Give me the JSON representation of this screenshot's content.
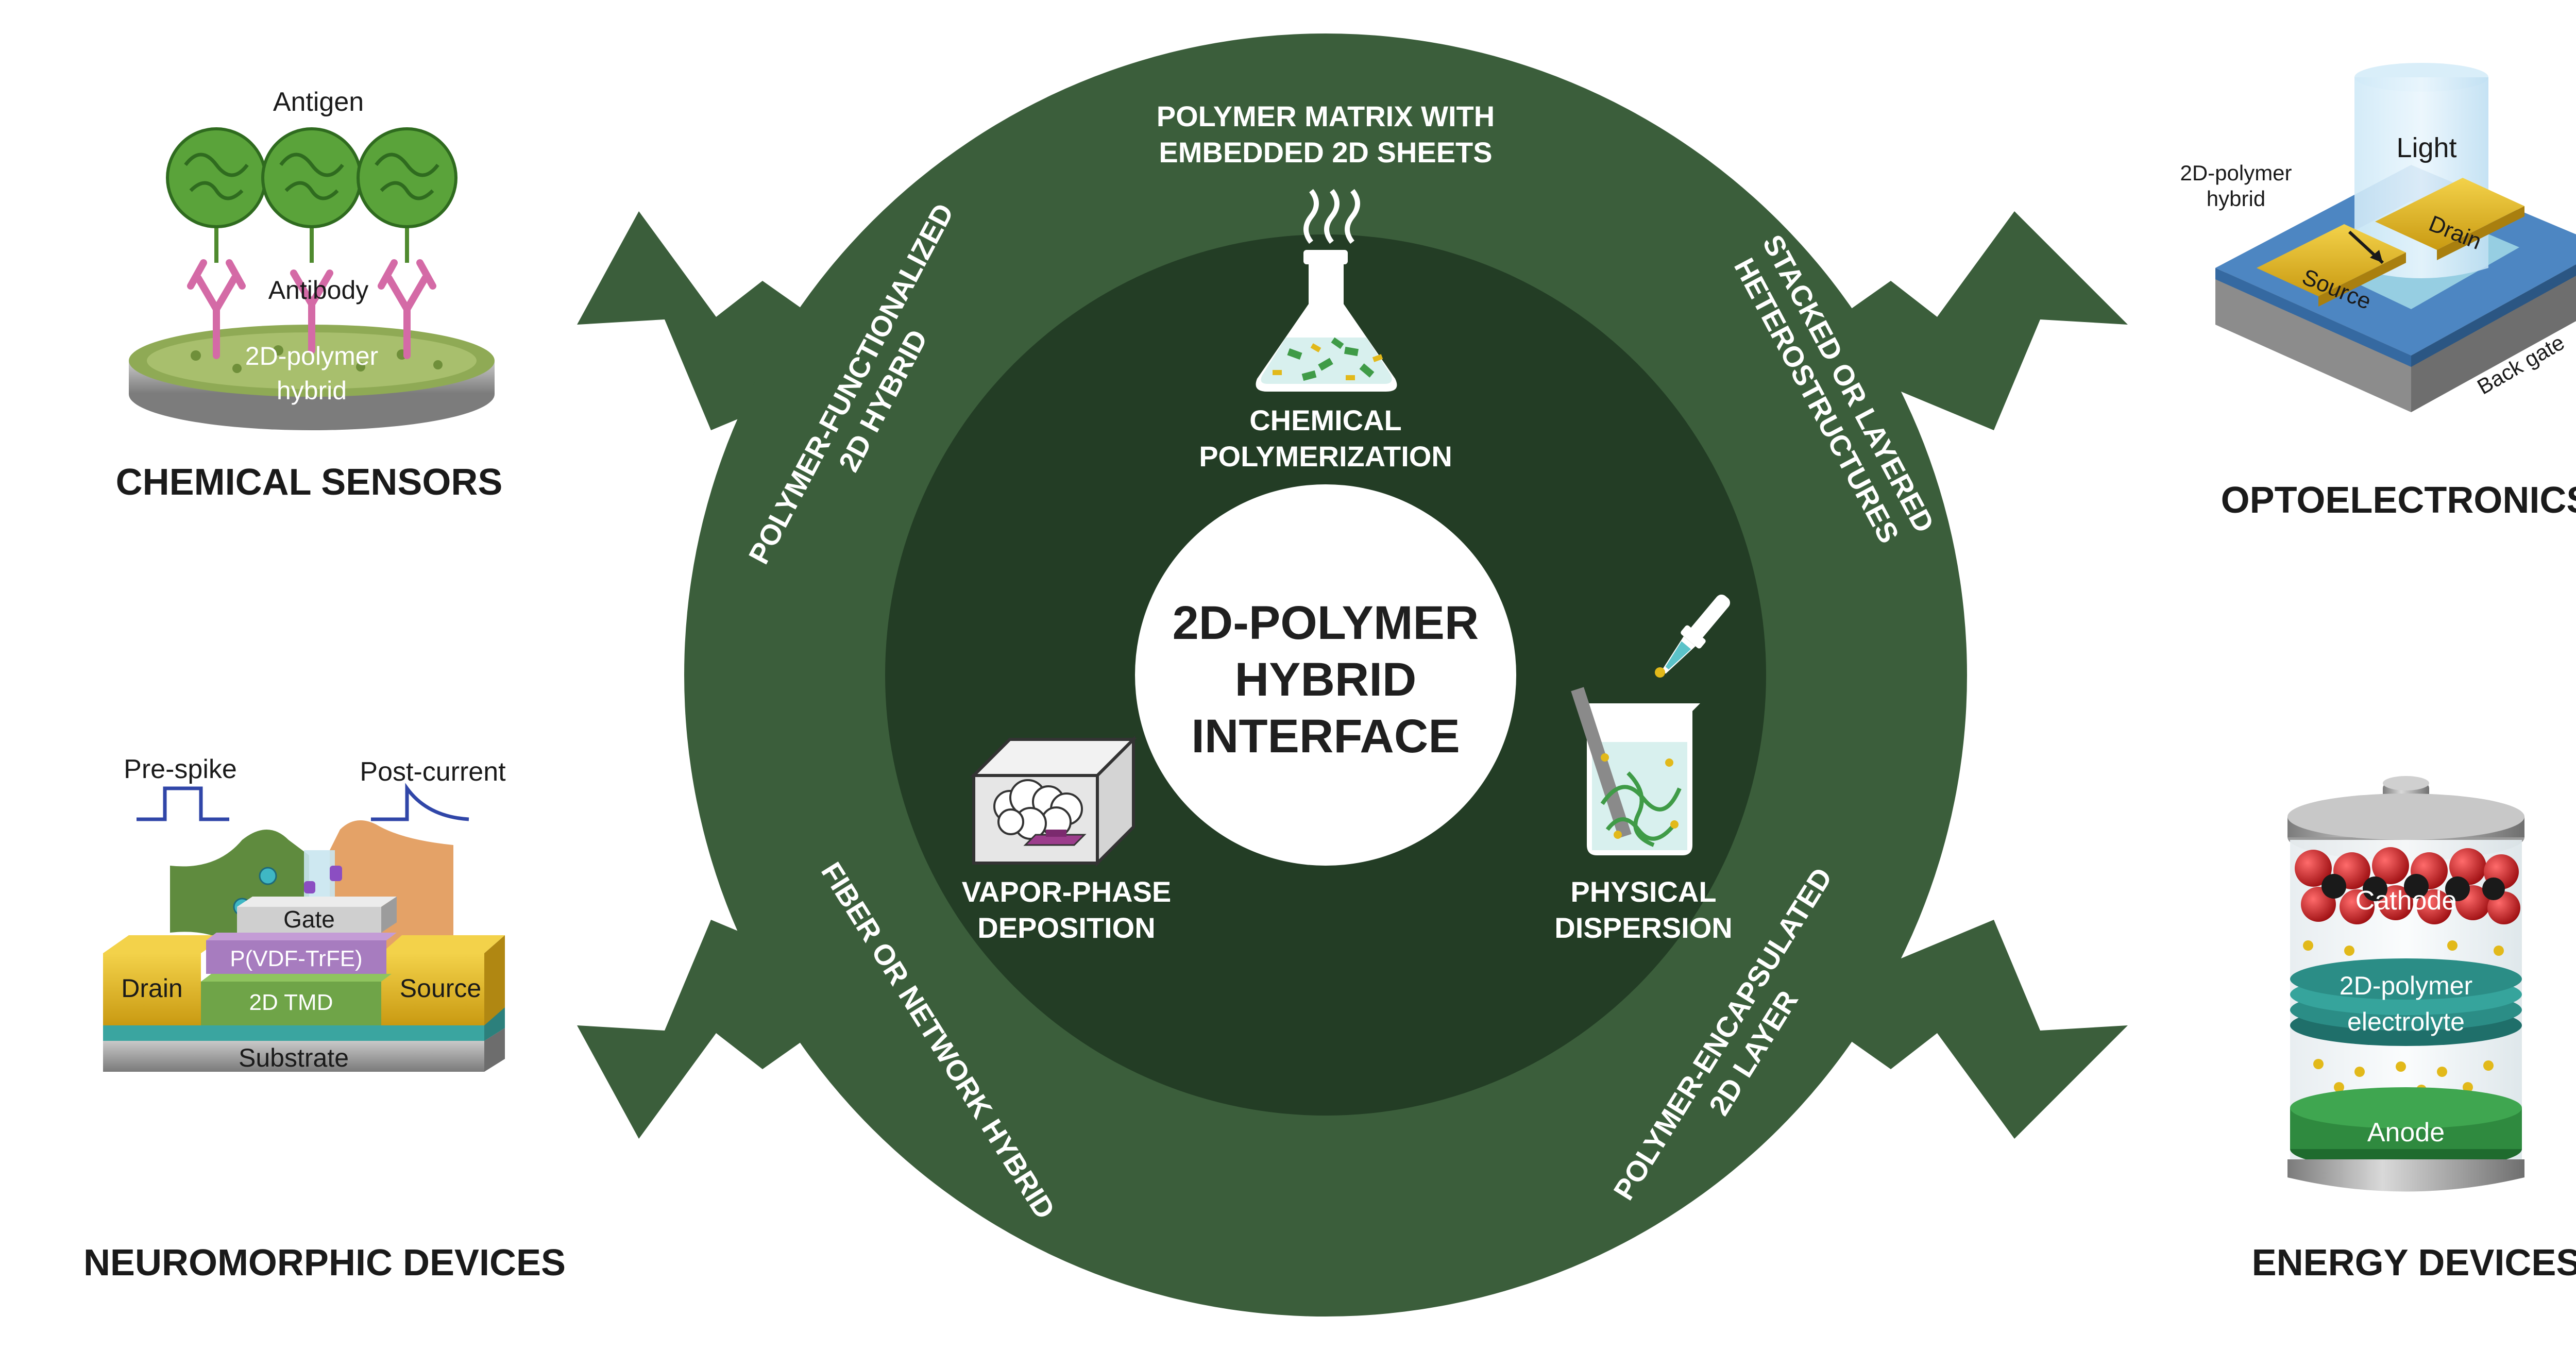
{
  "center": {
    "line1": "2D-POLYMER",
    "line2": "HYBRID",
    "line3": "INTERFACE"
  },
  "outer_ring": {
    "top": {
      "line1": "POLYMER MATRIX WITH",
      "line2": "EMBEDDED 2D SHEETS"
    },
    "upper_left": {
      "line1": "POLYMER-FUNCTIONALIZED",
      "line2": "2D HYBRID"
    },
    "upper_right": {
      "line1": "STACKED OR LAYERED",
      "line2": "HETEROSTRUCTURES"
    },
    "lower_left": {
      "line1": "FIBER OR NETWORK HYBRID"
    },
    "lower_right": {
      "line1": "POLYMER-ENCAPSULATED",
      "line2": "2D LAYER"
    }
  },
  "inner_ring": {
    "top": {
      "line1": "CHEMICAL",
      "line2": "POLYMERIZATION",
      "icon": "flask-icon"
    },
    "left": {
      "line1": "VAPOR-PHASE",
      "line2": "DEPOSITION",
      "icon": "vapor-chamber-icon"
    },
    "right": {
      "line1": "PHYSICAL",
      "line2": "DISPERSION",
      "icon": "beaker-dropper-icon"
    }
  },
  "applications": {
    "chemical_sensors": {
      "title": "CHEMICAL SENSORS",
      "antigen": "Antigen",
      "antibody": "Antibody",
      "hybrid_line1": "2D-polymer",
      "hybrid_line2": "hybrid"
    },
    "optoelectronics": {
      "title": "OPTOELECTRONICS",
      "light": "Light",
      "hybrid_line1": "2D-polymer",
      "hybrid_line2": "hybrid",
      "drain": "Drain",
      "source": "Source",
      "back_gate": "Back gate"
    },
    "neuromorphic": {
      "title": "NEUROMORPHIC DEVICES",
      "pre_spike": "Pre-spike",
      "post_current": "Post-current",
      "gate": "Gate",
      "ferro": "P(VDF-TrFE)",
      "tmd": "2D TMD",
      "drain": "Drain",
      "source": "Source",
      "substrate": "Substrate"
    },
    "energy": {
      "title": "ENERGY DEVICES",
      "cathode": "Cathode",
      "electrolyte_line1": "2D-polymer",
      "electrolyte_line2": "electrolyte",
      "anode": "Anode"
    }
  },
  "colors": {
    "outer_ring": "#3b5e3b",
    "inner_disc": "#233d25",
    "center": "#ffffff",
    "text_white": "#ffffff",
    "gold": "#e3b81e",
    "purple": "#9b6bb0",
    "teal": "#3aa5a0"
  }
}
